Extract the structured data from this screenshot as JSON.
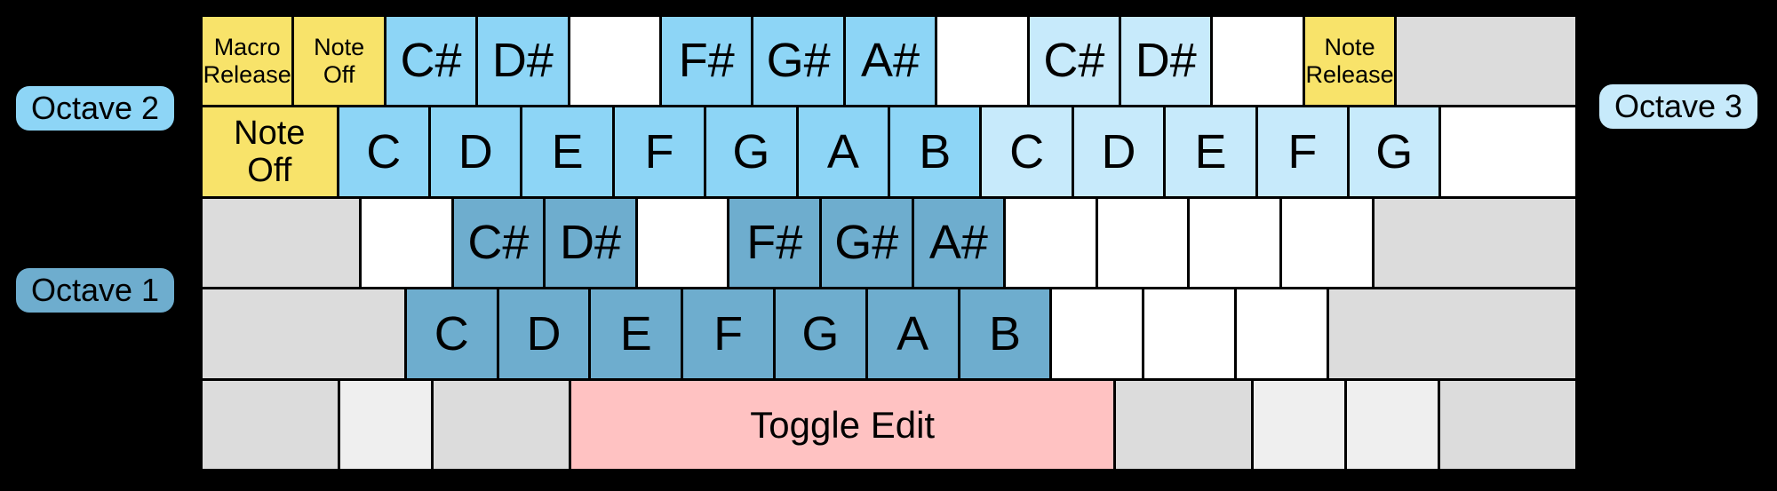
{
  "labels": {
    "octave1": "Octave 1",
    "octave2": "Octave 2",
    "octave3": "Octave 3"
  },
  "colors": {
    "background": "#000000",
    "border": "#000000",
    "key_text": "#000000",
    "macro": "#F8E36A",
    "octave1": "#6EADCE",
    "octave2": "#8DD5F6",
    "octave3": "#C7EAFB",
    "blank": "#FFFFFF",
    "mod": "#DCDCDC",
    "mod_light": "#EFEFEF",
    "edit": "#FFC2C2"
  },
  "keyboard": {
    "rows": [
      {
        "name": "number-row",
        "keys": [
          {
            "name": "key-macro-release",
            "label": "Macro\nRelease",
            "units": 1,
            "type": "macro",
            "size": "sm"
          },
          {
            "name": "key-note-off-top",
            "label": "Note\nOff",
            "units": 1,
            "type": "macro",
            "size": "sm"
          },
          {
            "name": "key-note-cs2",
            "label": "C#",
            "units": 1,
            "type": "octave2",
            "size": "note"
          },
          {
            "name": "key-note-ds2",
            "label": "D#",
            "units": 1,
            "type": "octave2",
            "size": "note"
          },
          {
            "name": "key-unmapped",
            "label": "",
            "units": 1,
            "type": "blank",
            "size": "note"
          },
          {
            "name": "key-note-fs2",
            "label": "F#",
            "units": 1,
            "type": "octave2",
            "size": "note"
          },
          {
            "name": "key-note-gs2",
            "label": "G#",
            "units": 1,
            "type": "octave2",
            "size": "note"
          },
          {
            "name": "key-note-as2",
            "label": "A#",
            "units": 1,
            "type": "octave2",
            "size": "note"
          },
          {
            "name": "key-unmapped",
            "label": "",
            "units": 1,
            "type": "blank",
            "size": "note"
          },
          {
            "name": "key-note-cs3",
            "label": "C#",
            "units": 1,
            "type": "octave3",
            "size": "note"
          },
          {
            "name": "key-note-ds3",
            "label": "D#",
            "units": 1,
            "type": "octave3",
            "size": "note"
          },
          {
            "name": "key-unmapped",
            "label": "",
            "units": 1,
            "type": "blank",
            "size": "note"
          },
          {
            "name": "key-note-release",
            "label": "Note\nRelease",
            "units": 1,
            "type": "macro",
            "size": "sm"
          },
          {
            "name": "key-modifier",
            "label": "",
            "units": 2,
            "type": "mod",
            "size": "note"
          }
        ]
      },
      {
        "name": "qwerty-row",
        "keys": [
          {
            "name": "key-note-off",
            "label": "Note\nOff",
            "units": 1.5,
            "type": "macro",
            "size": "md"
          },
          {
            "name": "key-note-c2",
            "label": "C",
            "units": 1,
            "type": "octave2",
            "size": "note"
          },
          {
            "name": "key-note-d2",
            "label": "D",
            "units": 1,
            "type": "octave2",
            "size": "note"
          },
          {
            "name": "key-note-e2",
            "label": "E",
            "units": 1,
            "type": "octave2",
            "size": "note"
          },
          {
            "name": "key-note-f2",
            "label": "F",
            "units": 1,
            "type": "octave2",
            "size": "note"
          },
          {
            "name": "key-note-g2",
            "label": "G",
            "units": 1,
            "type": "octave2",
            "size": "note"
          },
          {
            "name": "key-note-a2",
            "label": "A",
            "units": 1,
            "type": "octave2",
            "size": "note"
          },
          {
            "name": "key-note-b2",
            "label": "B",
            "units": 1,
            "type": "octave2",
            "size": "note"
          },
          {
            "name": "key-note-c3",
            "label": "C",
            "units": 1,
            "type": "octave3",
            "size": "note"
          },
          {
            "name": "key-note-d3",
            "label": "D",
            "units": 1,
            "type": "octave3",
            "size": "note"
          },
          {
            "name": "key-note-e3",
            "label": "E",
            "units": 1,
            "type": "octave3",
            "size": "note"
          },
          {
            "name": "key-note-f3",
            "label": "F",
            "units": 1,
            "type": "octave3",
            "size": "note"
          },
          {
            "name": "key-note-g3",
            "label": "G",
            "units": 1,
            "type": "octave3",
            "size": "note"
          },
          {
            "name": "key-unmapped",
            "label": "",
            "units": 1.5,
            "type": "blank",
            "size": "note"
          }
        ]
      },
      {
        "name": "home-row",
        "keys": [
          {
            "name": "key-modifier",
            "label": "",
            "units": 1.75,
            "type": "mod",
            "size": "note"
          },
          {
            "name": "key-unmapped",
            "label": "",
            "units": 1,
            "type": "blank",
            "size": "note"
          },
          {
            "name": "key-note-cs1",
            "label": "C#",
            "units": 1,
            "type": "octave1",
            "size": "note"
          },
          {
            "name": "key-note-ds1",
            "label": "D#",
            "units": 1,
            "type": "octave1",
            "size": "note"
          },
          {
            "name": "key-unmapped",
            "label": "",
            "units": 1,
            "type": "blank",
            "size": "note"
          },
          {
            "name": "key-note-fs1",
            "label": "F#",
            "units": 1,
            "type": "octave1",
            "size": "note"
          },
          {
            "name": "key-note-gs1",
            "label": "G#",
            "units": 1,
            "type": "octave1",
            "size": "note"
          },
          {
            "name": "key-note-as1",
            "label": "A#",
            "units": 1,
            "type": "octave1",
            "size": "note"
          },
          {
            "name": "key-unmapped",
            "label": "",
            "units": 1,
            "type": "blank",
            "size": "note"
          },
          {
            "name": "key-unmapped",
            "label": "",
            "units": 1,
            "type": "blank",
            "size": "note"
          },
          {
            "name": "key-unmapped",
            "label": "",
            "units": 1,
            "type": "blank",
            "size": "note"
          },
          {
            "name": "key-unmapped",
            "label": "",
            "units": 1,
            "type": "blank",
            "size": "note"
          },
          {
            "name": "key-modifier",
            "label": "",
            "units": 2.25,
            "type": "mod",
            "size": "note"
          }
        ]
      },
      {
        "name": "bottom-letter-row",
        "keys": [
          {
            "name": "key-modifier",
            "label": "",
            "units": 2.25,
            "type": "mod",
            "size": "note"
          },
          {
            "name": "key-note-c1",
            "label": "C",
            "units": 1,
            "type": "octave1",
            "size": "note"
          },
          {
            "name": "key-note-d1",
            "label": "D",
            "units": 1,
            "type": "octave1",
            "size": "note"
          },
          {
            "name": "key-note-e1",
            "label": "E",
            "units": 1,
            "type": "octave1",
            "size": "note"
          },
          {
            "name": "key-note-f1",
            "label": "F",
            "units": 1,
            "type": "octave1",
            "size": "note"
          },
          {
            "name": "key-note-g1",
            "label": "G",
            "units": 1,
            "type": "octave1",
            "size": "note"
          },
          {
            "name": "key-note-a1",
            "label": "A",
            "units": 1,
            "type": "octave1",
            "size": "note"
          },
          {
            "name": "key-note-b1",
            "label": "B",
            "units": 1,
            "type": "octave1",
            "size": "note"
          },
          {
            "name": "key-unmapped",
            "label": "",
            "units": 1,
            "type": "blank",
            "size": "note"
          },
          {
            "name": "key-unmapped",
            "label": "",
            "units": 1,
            "type": "blank",
            "size": "note"
          },
          {
            "name": "key-unmapped",
            "label": "",
            "units": 1,
            "type": "blank",
            "size": "note"
          },
          {
            "name": "key-modifier",
            "label": "",
            "units": 2.75,
            "type": "mod",
            "size": "note"
          }
        ]
      },
      {
        "name": "space-row",
        "keys": [
          {
            "name": "key-modifier",
            "label": "",
            "units": 1.5,
            "type": "mod",
            "size": "note"
          },
          {
            "name": "key-modifier",
            "label": "",
            "units": 1,
            "type": "mod-light",
            "size": "note"
          },
          {
            "name": "key-modifier",
            "label": "",
            "units": 1.5,
            "type": "mod",
            "size": "note"
          },
          {
            "name": "key-toggle-edit",
            "label": "Toggle Edit",
            "units": 6,
            "type": "edit",
            "size": "lg"
          },
          {
            "name": "key-modifier",
            "label": "",
            "units": 1.5,
            "type": "mod",
            "size": "note"
          },
          {
            "name": "key-modifier",
            "label": "",
            "units": 1,
            "type": "mod-light",
            "size": "note"
          },
          {
            "name": "key-modifier",
            "label": "",
            "units": 1,
            "type": "mod-light",
            "size": "note"
          },
          {
            "name": "key-modifier",
            "label": "",
            "units": 1.5,
            "type": "mod",
            "size": "note"
          }
        ]
      }
    ]
  }
}
